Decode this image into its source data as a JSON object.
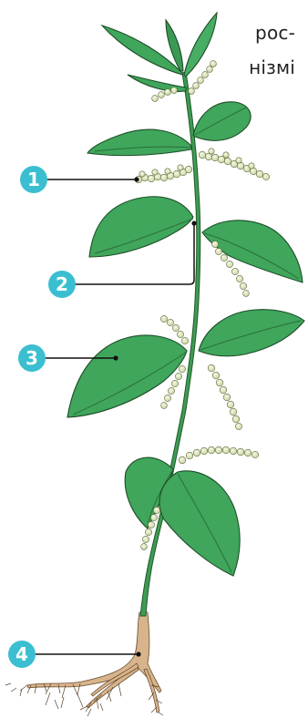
{
  "caption": {
    "line1": "рос-",
    "line2": "нізмі"
  },
  "callouts": [
    {
      "number": "1",
      "target": "flower-cluster"
    },
    {
      "number": "2",
      "target": "stem"
    },
    {
      "number": "3",
      "target": "leaf"
    },
    {
      "number": "4",
      "target": "root"
    }
  ],
  "colors": {
    "badge": "#3bbfd0",
    "leaf": "#3fa65b",
    "leaf_vein": "#2c6e3c",
    "stem": "#3e9b52",
    "flower": "#dfe8c4",
    "root": "#d8b48c"
  }
}
